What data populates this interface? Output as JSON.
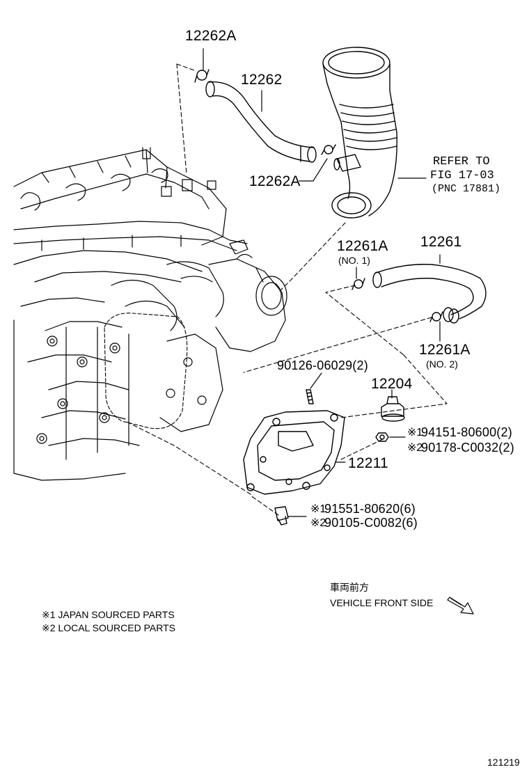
{
  "callouts": {
    "p12262A_top": "12262A",
    "p12262": "12262",
    "p12262A_mid": "12262A",
    "refer_line1": "REFER TO",
    "refer_line2": "FIG 17-03",
    "refer_line3": "(PNC 17881)",
    "p12261A_no1": "12261A",
    "no1": "(NO. 1)",
    "p12261": "12261",
    "p12261A_no2": "12261A",
    "no2": "(NO. 2)",
    "p90126": "90126-06029(2)",
    "p12204": "12204",
    "mark1": "※1",
    "p94151": "94151-80600(2)",
    "mark2": "※2",
    "p90178": "90178-C0032(2)",
    "p12211": "12211",
    "mark1b": "※1",
    "p91551": "91551-80620(6)",
    "mark2b": "※2",
    "p90105": "90105-C0082(6)"
  },
  "direction": {
    "japanese": "車両前方",
    "english": "VEHICLE FRONT SIDE"
  },
  "notes": [
    "※1 JAPAN SOURCED PARTS",
    "※2 LOCAL SOURCED PARTS"
  ],
  "illustration_id": "121219"
}
